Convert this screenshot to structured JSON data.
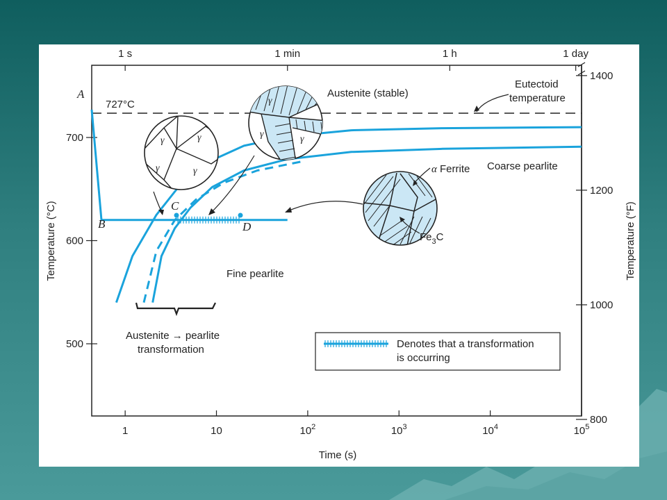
{
  "time_scale": {
    "labels": [
      "1 s",
      "1 min",
      "1 h",
      "1 day"
    ],
    "values_s": [
      1,
      60,
      3600,
      86400
    ]
  },
  "x_axis": {
    "label": "Time (s)",
    "ticks": [
      {
        "value": 1,
        "base": "1",
        "exp": ""
      },
      {
        "value": 10,
        "base": "10",
        "exp": ""
      },
      {
        "value": 100,
        "base": "10",
        "exp": "2"
      },
      {
        "value": 1000,
        "base": "10",
        "exp": "3"
      },
      {
        "value": 10000,
        "base": "10",
        "exp": "4"
      },
      {
        "value": 100000,
        "base": "10",
        "exp": "5"
      }
    ],
    "log": true,
    "range": [
      0.43,
      100000
    ]
  },
  "y_axis_left": {
    "label": "Temperature (°C)",
    "ticks": [
      500,
      600,
      700
    ],
    "range": [
      430,
      770
    ]
  },
  "y_axis_right": {
    "label": "Temperature (°F)",
    "ticks": [
      800,
      1000,
      1200,
      1400
    ]
  },
  "eutectoid": {
    "value_label": "727°C",
    "temperature_c": 727,
    "annotation_line1": "Eutectoid",
    "annotation_line2": "temperature"
  },
  "regions": {
    "austenite_stable": "Austenite (stable)",
    "coarse_pearlite": "Coarse pearlite",
    "fine_pearlite": "Fine pearlite",
    "transformation_line1": "Austenite → pearlite",
    "transformation_line2": "transformation"
  },
  "points": {
    "A": "A",
    "B": "B",
    "C": "C",
    "D": "D"
  },
  "microstructure": {
    "gamma": "γ",
    "ferrite_alpha": "α",
    "ferrite_label": "Ferrite",
    "fe3c_base": "Fe",
    "fe3c_sub": "3",
    "fe3c_end": "C"
  },
  "legend": {
    "text_line1": "Denotes that a transformation",
    "text_line2": "is occurring"
  },
  "colors": {
    "curve": "#1aa3dc",
    "background": "#1f6f6f",
    "panel": "#ffffff"
  },
  "chart_data": {
    "type": "line",
    "xlabel": "Time (s)",
    "ylabel": "Temperature (°C)",
    "x_scale": "log",
    "series": [
      {
        "name": "",
        "x": [
          0.8,
          1.2,
          2.2,
          4,
          8,
          20,
          60,
          300,
          3000,
          100000
        ],
        "y": [
          540,
          585,
          625,
          654,
          676,
          692,
          701,
          707,
          709,
          710
        ]
      },
      {
        "name": "",
        "x": [
          2.0,
          2.5,
          3.5,
          5.2,
          9,
          20,
          60,
          300,
          3000,
          100000
        ],
        "y": [
          540,
          585,
          612,
          632,
          652,
          668,
          679,
          686,
          689,
          691
        ]
      },
      {
        "name": "",
        "x": [
          1.6,
          2.2,
          3.5,
          6,
          12,
          28,
          90
        ],
        "y": [
          540,
          590,
          620,
          640,
          656,
          668,
          677
        ]
      },
      {
        "name": "",
        "x": [
          0.43,
          0.55,
          60
        ],
        "y": [
          727,
          620,
          620
        ]
      }
    ]
  }
}
